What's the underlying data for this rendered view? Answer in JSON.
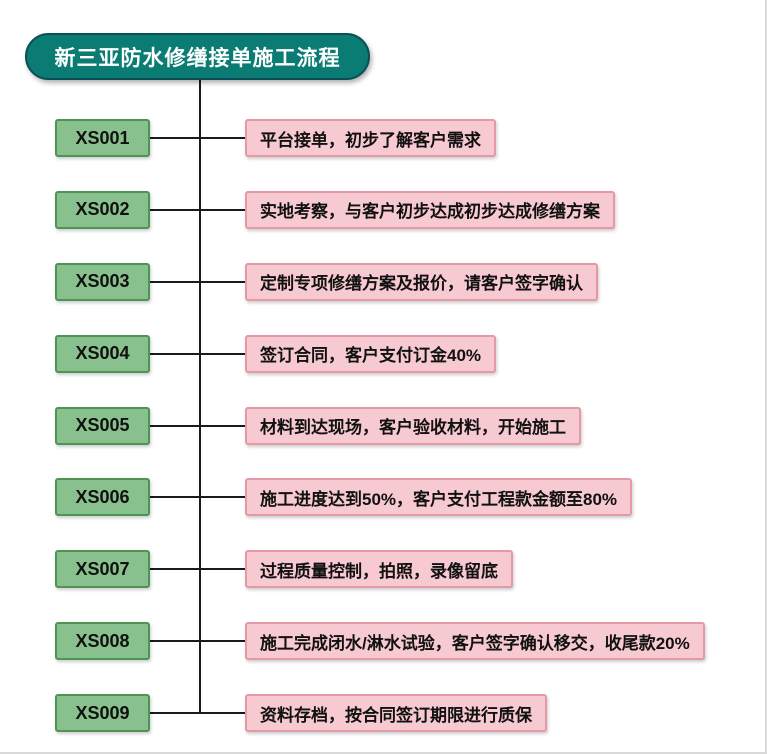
{
  "title": "新三亚防水修缮接单施工流程",
  "steps": [
    {
      "code": "XS001",
      "desc": "平台接单，初步了解客户需求"
    },
    {
      "code": "XS002",
      "desc": "实地考察，与客户初步达成初步达成修缮方案"
    },
    {
      "code": "XS003",
      "desc": "定制专项修缮方案及报价，请客户签字确认"
    },
    {
      "code": "XS004",
      "desc": "签订合同，客户支付订金40%"
    },
    {
      "code": "XS005",
      "desc": "材料到达现场，客户验收材料，开始施工"
    },
    {
      "code": "XS006",
      "desc": "施工进度达到50%，客户支付工程款金额至80%"
    },
    {
      "code": "XS007",
      "desc": "过程质量控制，拍照，录像留底"
    },
    {
      "code": "XS008",
      "desc": "施工完成闭水/淋水试验，客户签字确认移交，收尾款20%"
    },
    {
      "code": "XS009",
      "desc": "资料存档，按合同签订期限进行质保"
    }
  ],
  "colors": {
    "title_bg": "#0b7c73",
    "title_border": "#0a4f55",
    "title_text": "#ffffff",
    "code_bg": "#89c18e",
    "code_border": "#4f9457",
    "desc_bg": "#f7c9d0",
    "desc_border": "#e39aa6",
    "line": "#1a1a1a"
  }
}
